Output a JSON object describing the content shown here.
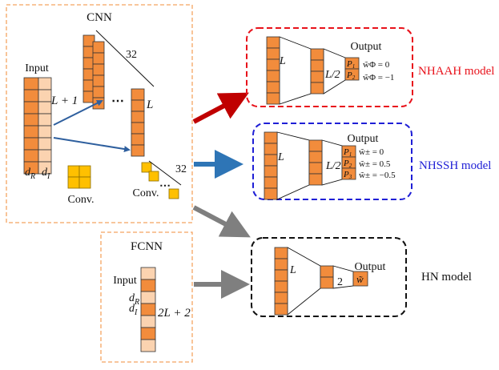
{
  "colors": {
    "cell_dark": "#f28c3c",
    "cell_light": "#fbd3b0",
    "cell_border": "#333333",
    "conv_fill": "#ffc000",
    "cnn_box": "#f4a460",
    "nhaah_box": "#e8121b",
    "nhssh_box": "#1f1fd6",
    "hn_box": "#111111",
    "arrow_red": "#c00000",
    "arrow_blue": "#2e75b6",
    "arrow_gray": "#7f7f7f",
    "line_blue": "#2e5f9e",
    "label_red": "#e8121b",
    "label_blue": "#1f1fd6"
  },
  "cnn": {
    "title": "CNN",
    "input_label": "Input",
    "input_height_label": "L + 1",
    "dim_dR": "d",
    "dim_dR_sub": "R",
    "dim_dI": "d",
    "dim_dI_sub": "I",
    "channels_label": "32",
    "feature_length_label": "L",
    "conv_label_left": "Conv.",
    "conv_label_right": "Conv.",
    "conv_channels_label": "32",
    "ellipsis": "⋯"
  },
  "fcnn": {
    "title": "FCNN",
    "input_label": "Input",
    "dR": "d",
    "dR_sub": "R",
    "dI": "d",
    "dI_sub": "I",
    "length_label": "2L + 2"
  },
  "nhaah": {
    "output_label": "Output",
    "hidden1_label": "L",
    "hidden2_label": "L/2",
    "p_labels": [
      "P",
      "P"
    ],
    "p_subs": [
      "1",
      "2"
    ],
    "w_values": [
      "w̃Φ = 0",
      "w̃Φ = −1"
    ],
    "model_label": "NHAAH model"
  },
  "nhssh": {
    "output_label": "Output",
    "hidden1_label": "L",
    "hidden2_label": "L/2",
    "p_labels": [
      "P",
      "P",
      "P"
    ],
    "p_subs": [
      "1",
      "2",
      "3"
    ],
    "w_values": [
      "w̃± = 0",
      "w̃± = 0.5",
      "w̃± = −0.5"
    ],
    "model_label": "NHSSH model"
  },
  "hn": {
    "output_label": "Output",
    "hidden1_label": "L",
    "hidden2_label": "2",
    "output_cell": "w̃",
    "model_label": "HN model"
  }
}
